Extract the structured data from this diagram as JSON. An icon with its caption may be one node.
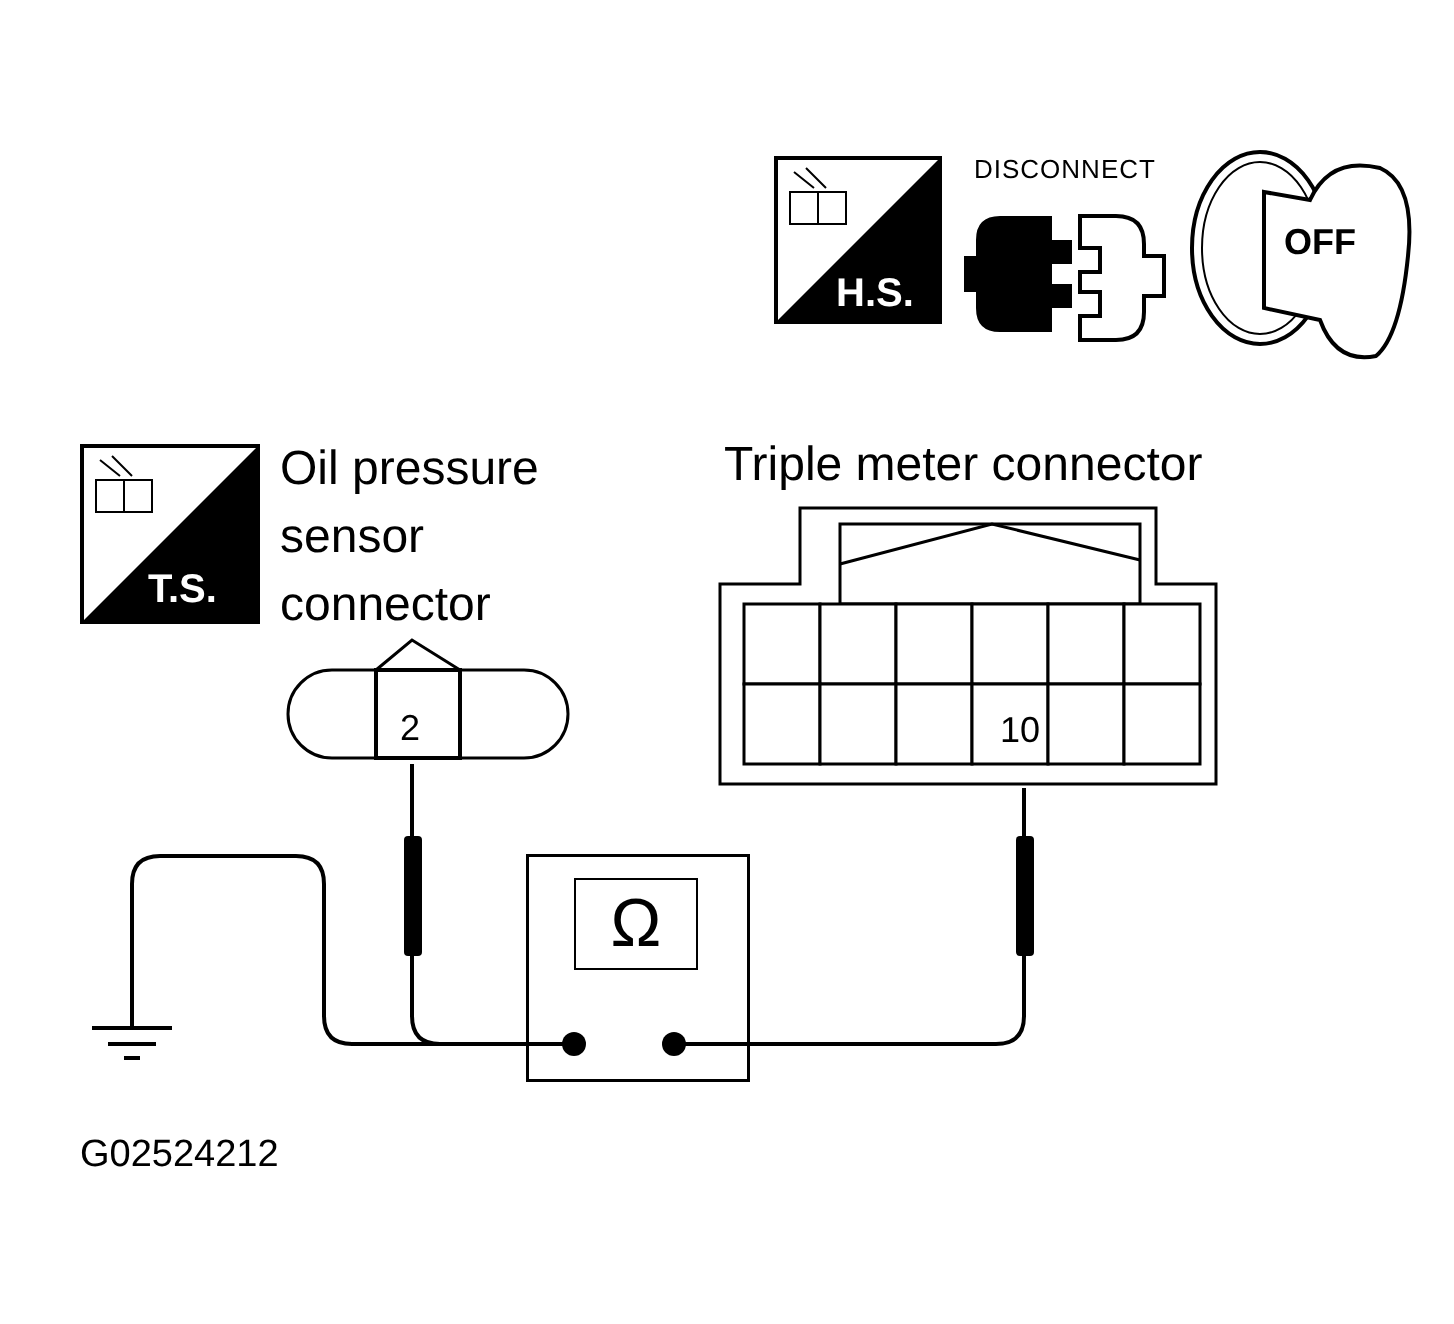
{
  "diagram": {
    "nodes": [
      {
        "text": [
          "Oil pressure sensor connector",
          "2"
        ]
      },
      {
        "text": [
          "Triple meter connector",
          "10"
        ]
      },
      {
        "text": [
          "Ω"
        ]
      },
      {
        "text": [],
        "shape": "ground"
      }
    ],
    "edges": [
      {
        "from": 0,
        "to": 2,
        "arrow": "none"
      },
      {
        "from": 3,
        "to": 2,
        "arrow": "none"
      },
      {
        "from": 1,
        "to": 2,
        "arrow": "none"
      }
    ],
    "labels": [
      "H.S.",
      "DISCONNECT",
      "OFF",
      "T.S.",
      "G02524212"
    ]
  }
}
